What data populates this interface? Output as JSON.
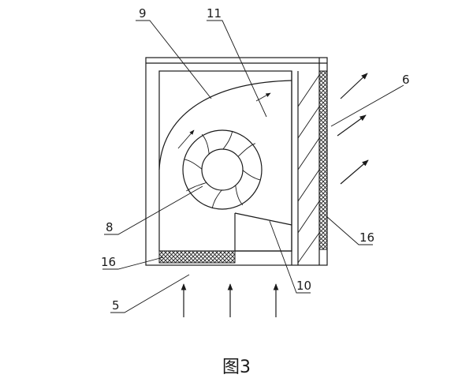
{
  "labels": {
    "l9": "9",
    "l11": "11",
    "l6": "6",
    "l8": "8",
    "l16a": "16",
    "l16b": "16",
    "l5": "5",
    "l10": "10"
  },
  "caption": "图3"
}
